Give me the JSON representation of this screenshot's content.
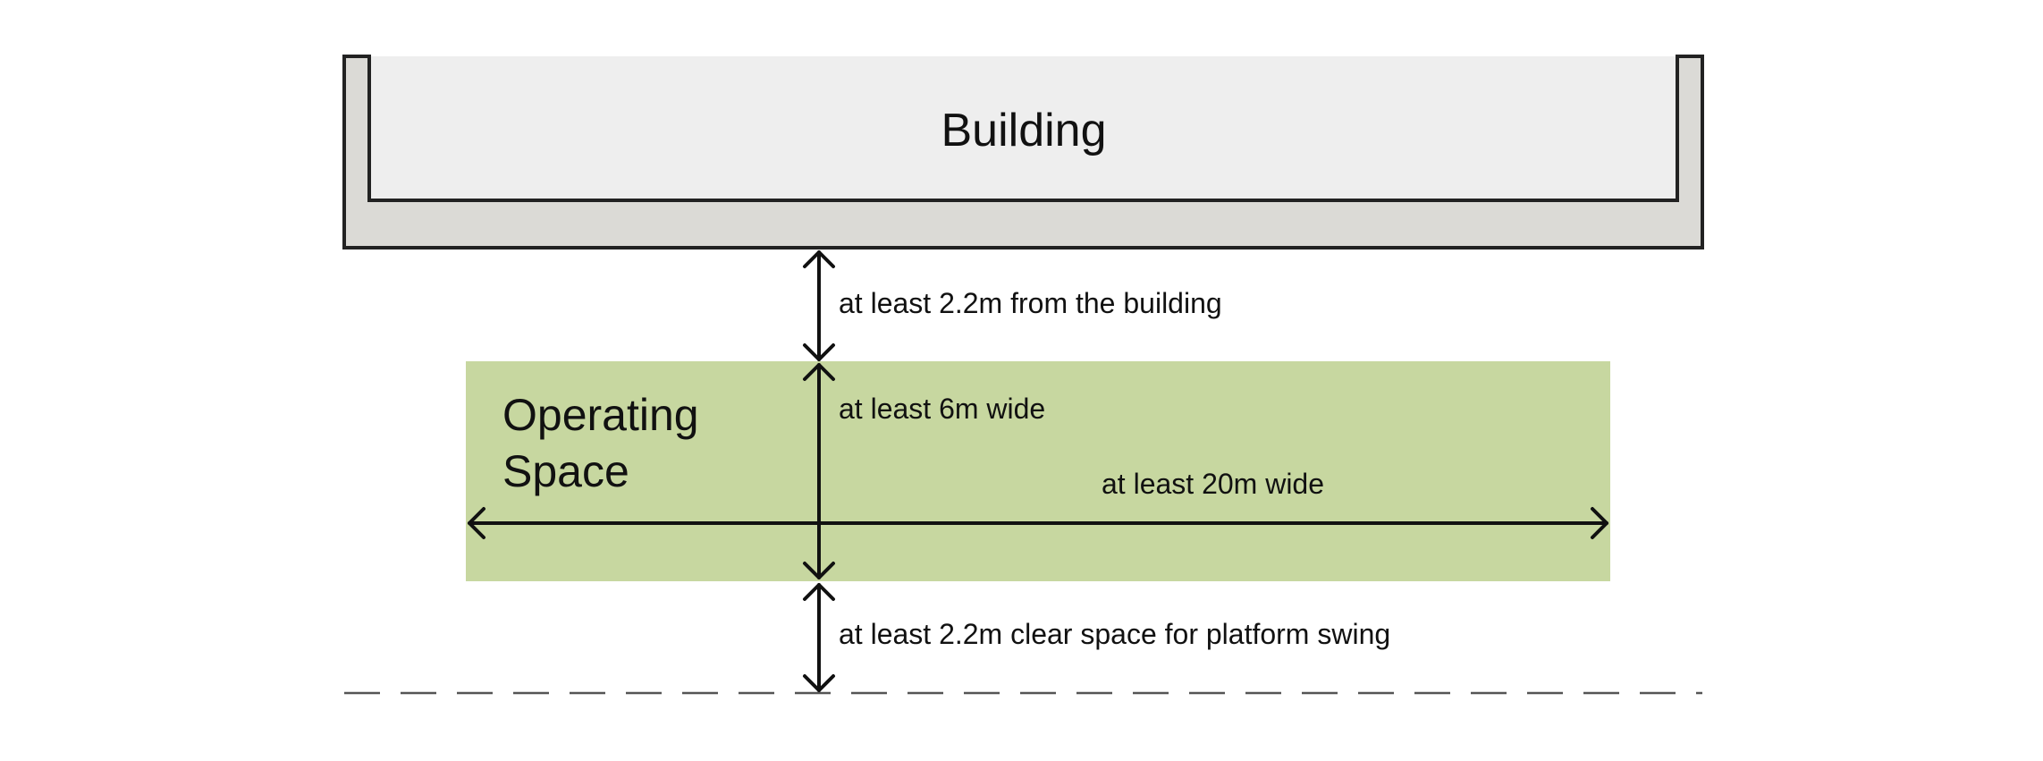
{
  "building": {
    "label": "Building",
    "wall_color": "#dbdad6",
    "interior_color": "#eeeeee",
    "outline_color": "#222222"
  },
  "operating_space": {
    "label_line1": "Operating",
    "label_line2": "Space",
    "fill_color": "#c7d7a0"
  },
  "dimensions": {
    "gap_building": "at least 2.2m from the building",
    "depth": "at least 6m wide",
    "width": "at least 20m wide",
    "swing_clearance": "at least 2.2m clear space for platform swing"
  },
  "arrow_color": "#111111",
  "boundary_line_color": "#555555"
}
